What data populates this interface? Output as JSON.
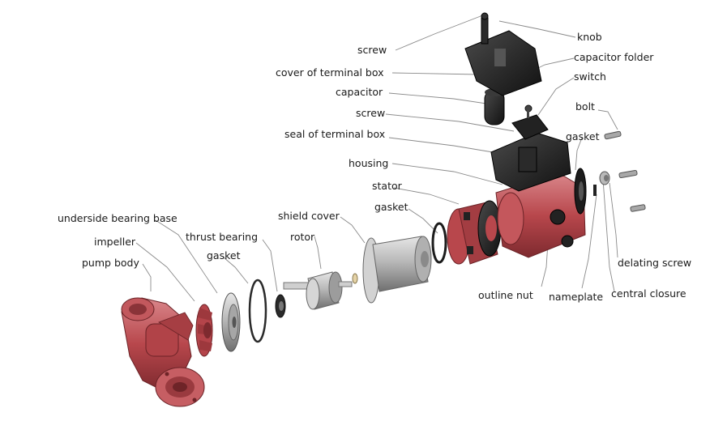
{
  "diagram": {
    "labels": {
      "screw_top": "screw",
      "knob": "knob",
      "cover_of_terminal_box": "cover of terminal box",
      "capacitor_folder": "capacitor folder",
      "capacitor": "capacitor",
      "switch": "switch",
      "screw_mid": "screw",
      "bolt": "bolt",
      "seal_of_terminal_box": "seal of terminal box",
      "gasket_right": "gasket",
      "housing": "housing",
      "stator": "stator",
      "gasket_stator": "gasket",
      "underside_bearing_base": "underside bearing base",
      "shield_cover": "shield cover",
      "thrust_bearing": "thrust bearing",
      "rotor": "rotor",
      "impeller": "impeller",
      "gasket_left": "gasket",
      "pump_body": "pump body",
      "delating_screw": "delating screw",
      "outline_nut": "outline nut",
      "nameplate": "nameplate",
      "central_closure": "central closure"
    },
    "colors": {
      "pump_red": "#b8474c",
      "pump_red_dark": "#7e2a2f",
      "pump_red_light": "#d9868a",
      "black_part": "#1c1c1c",
      "metal": "#b9b9b9",
      "metal_dark": "#6f6f6f",
      "leader_line": "#8a8a8a",
      "label_text": "#1a1a1a"
    }
  }
}
